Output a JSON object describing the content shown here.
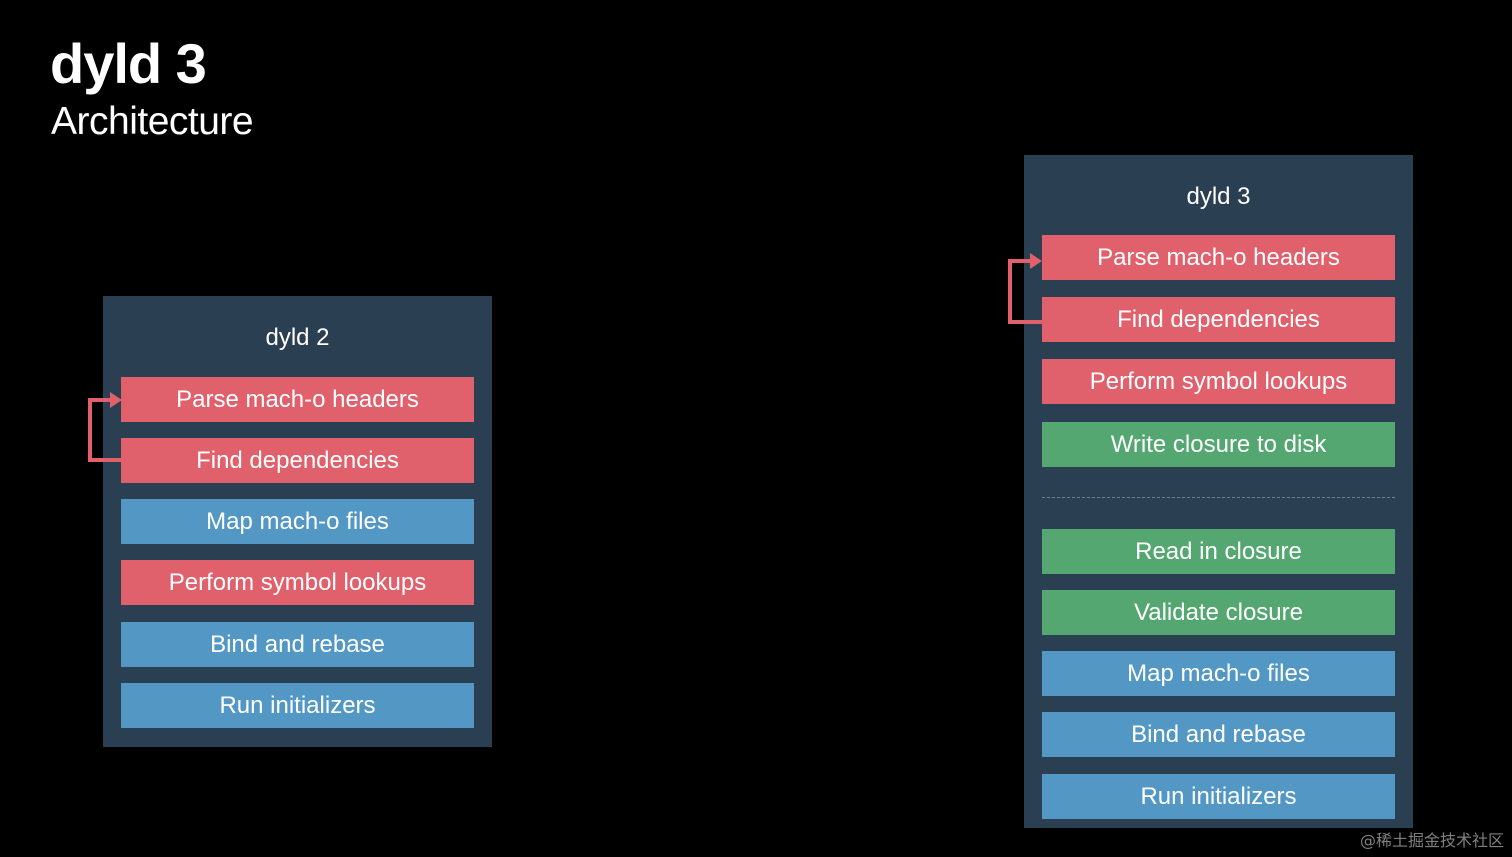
{
  "header": {
    "title": "dyld 3",
    "subtitle": "Architecture"
  },
  "dyld2": {
    "title": "dyld 2",
    "steps": [
      {
        "label": "Parse mach-o headers",
        "color": "#e0606c"
      },
      {
        "label": "Find dependencies",
        "color": "#e0606c"
      },
      {
        "label": "Map mach-o files",
        "color": "#5397c4"
      },
      {
        "label": "Perform symbol lookups",
        "color": "#e0606c"
      },
      {
        "label": "Bind and rebase",
        "color": "#5397c4"
      },
      {
        "label": "Run initializers",
        "color": "#5397c4"
      }
    ]
  },
  "dyld3": {
    "title": "dyld 3",
    "steps": [
      {
        "label": "Parse mach-o headers",
        "color": "#e0606c"
      },
      {
        "label": "Find dependencies",
        "color": "#e0606c"
      },
      {
        "label": "Perform symbol lookups",
        "color": "#e0606c"
      },
      {
        "label": "Write closure to disk",
        "color": "#55a771"
      },
      {
        "label": "Read in closure",
        "color": "#55a771"
      },
      {
        "label": "Validate closure",
        "color": "#55a771"
      },
      {
        "label": "Map mach-o files",
        "color": "#5397c4"
      },
      {
        "label": "Bind and rebase",
        "color": "#5397c4"
      },
      {
        "label": "Run initializers",
        "color": "#5397c4"
      }
    ]
  },
  "watermark": "@稀土掘金技术社区",
  "colors": {
    "background": "#000000",
    "panel": "#2a3f51",
    "red": "#e0606c",
    "blue": "#5397c4",
    "green": "#55a771"
  }
}
